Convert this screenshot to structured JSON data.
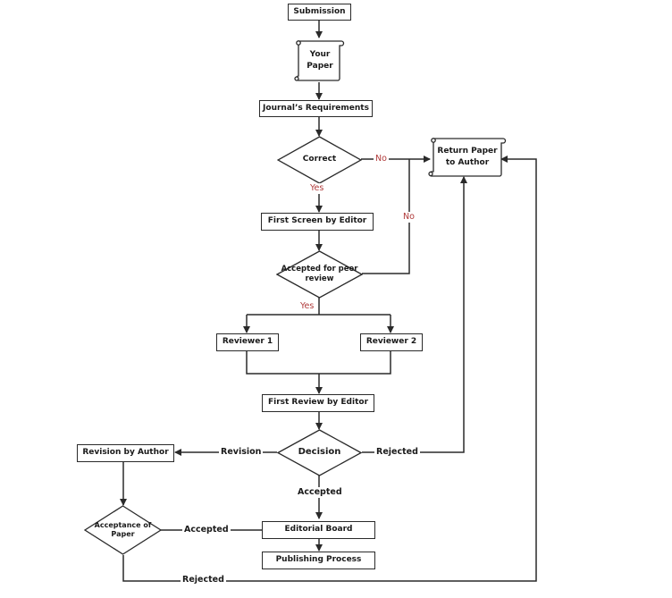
{
  "diagram": {
    "title": "Journal submission and review process",
    "nodes": {
      "submission": "Submission",
      "your_paper_line1": "Your",
      "your_paper_line2": "Paper",
      "journal_requirements": "Journal’s Requirements",
      "correct": "Correct",
      "return_paper_line1": "Return Paper",
      "return_paper_line2": "to Author",
      "first_screen": "First Screen by Editor",
      "accepted_peer_line1": "Accepted for peer",
      "accepted_peer_line2": "review",
      "reviewer1": "Reviewer 1",
      "reviewer2": "Reviewer 2",
      "first_review": "First Review by Editor",
      "decision": "Decision",
      "revision_by_author": "Revision by Author",
      "acceptance_line1": "Acceptance of",
      "acceptance_line2": "Paper",
      "editorial_board": "Editorial Board",
      "publishing_process": "Publishing Process"
    },
    "edge_labels": {
      "correct_no": "No",
      "correct_yes": "Yes",
      "peer_no": "No",
      "peer_yes": "Yes",
      "revision": "Revision",
      "rejected_decision": "Rejected",
      "accepted_decision": "Accepted",
      "accepted_acceptance": "Accepted",
      "rejected_acceptance": "Rejected"
    },
    "colors": {
      "line": "#2a2a2a",
      "yes_no_label": "#b03a3a"
    }
  }
}
